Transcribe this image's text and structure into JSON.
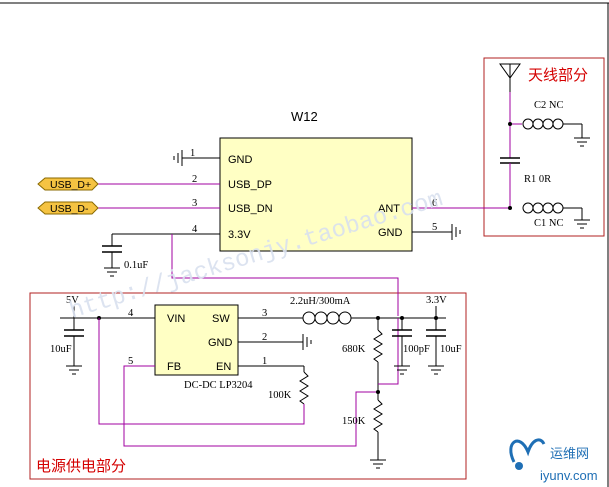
{
  "chip": {
    "name": "W12"
  },
  "pins": [
    {
      "num": "1",
      "name": "GND"
    },
    {
      "num": "2",
      "name": "USB_DP"
    },
    {
      "num": "3",
      "name": "USB_DN"
    },
    {
      "num": "4",
      "name": "3.3V"
    },
    {
      "num": "6",
      "name": "ANT"
    },
    {
      "num": "5",
      "name": "GND"
    }
  ],
  "nets": {
    "usb_dp": "USB_D+",
    "usb_dn": "USB_D-"
  },
  "antenna": {
    "title": "天线部分",
    "c2": "C2 NC",
    "r1": "R1 0R",
    "c1": "C1 NC"
  },
  "decoupling": {
    "c": "0.1uF"
  },
  "power": {
    "title": "电源供电部分",
    "in_rail": "5V",
    "out_rail": "3.3V",
    "cin": "10uF",
    "regulator": "DC-DC LP3204",
    "reg_pins": [
      {
        "num": "4",
        "name": "VIN"
      },
      {
        "num": "3",
        "name": "SW"
      },
      {
        "num": "2",
        "name": "GND"
      },
      {
        "num": "5",
        "name": "FB"
      },
      {
        "num": "1",
        "name": "EN"
      }
    ],
    "inductor": "2.2uH/300mA",
    "r_top": "680K",
    "r_bot": "150K",
    "r_en": "100K",
    "cout1": "100pF",
    "cout2": "10uF"
  },
  "watermark": "http://jacksonjy.taobao.com",
  "logo": {
    "text1": "运维网",
    "text2": "iyunv.com"
  }
}
